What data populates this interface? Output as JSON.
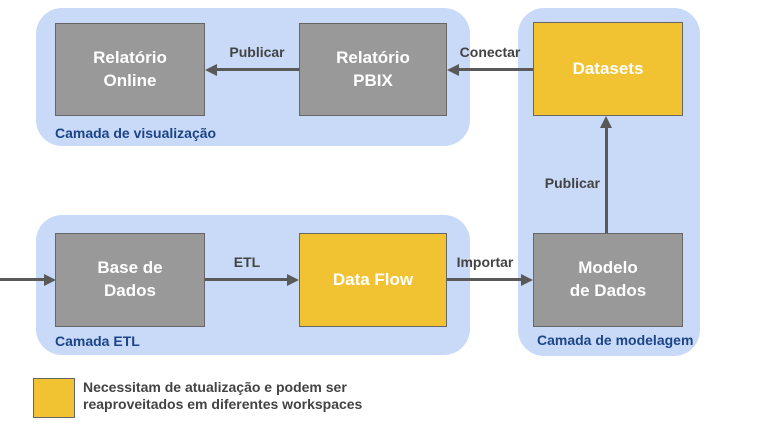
{
  "diagram": {
    "layers": {
      "visualization": {
        "label": "Camada de visualização"
      },
      "etl": {
        "label": "Camada ETL"
      },
      "modeling": {
        "label": "Camada de modelagem"
      }
    },
    "nodes": {
      "relatorio_online": {
        "label": "Relatório\nOnline",
        "type": "gray"
      },
      "relatorio_pbix": {
        "label": "Relatório\nPBIX",
        "type": "gray"
      },
      "datasets": {
        "label": "Datasets",
        "type": "yellow"
      },
      "base_de_dados": {
        "label": "Base de\nDados",
        "type": "gray"
      },
      "data_flow": {
        "label": "Data Flow",
        "type": "yellow"
      },
      "modelo_de_dados": {
        "label": "Modelo\nde Dados",
        "type": "gray"
      }
    },
    "edges": {
      "publicar_pbix_to_online": {
        "label": "Publicar"
      },
      "conectar_datasets_to_pbix": {
        "label": "Conectar"
      },
      "etl_base_to_dataflow": {
        "label": "ETL"
      },
      "importar_dataflow_to_modelo": {
        "label": "Importar"
      },
      "publicar_modelo_to_datasets": {
        "label": "Publicar"
      }
    },
    "legend": {
      "text": "Necessitam de atualização e podem ser\nreaproveitados em diferentes workspaces"
    }
  },
  "colors": {
    "container_blue": "#c9daf8",
    "node_gray": "#999999",
    "node_yellow": "#f1c232",
    "node_border": "#666666",
    "label_navy": "#1c4587",
    "arrow": "#595959",
    "text_dark": "#434343",
    "node_text": "#ffffff"
  }
}
